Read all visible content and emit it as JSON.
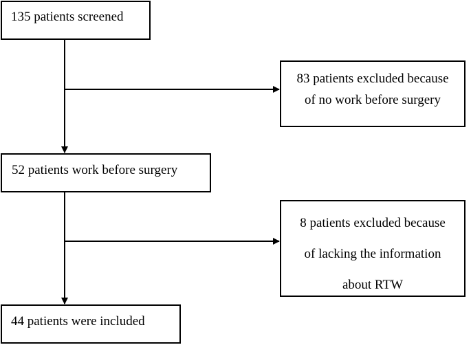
{
  "flowchart": {
    "nodes": {
      "screened": {
        "lines": [
          "135 patients screened"
        ]
      },
      "excluded_no_work": {
        "lines": [
          "83 patients excluded because",
          "of no work before surgery"
        ]
      },
      "work_before_surgery": {
        "lines": [
          "52 patients work before surgery"
        ]
      },
      "excluded_lacking_info": {
        "lines": [
          "8 patients excluded because",
          "of lacking the information",
          "about RTW"
        ]
      },
      "included": {
        "lines": [
          "44 patients were included"
        ]
      }
    },
    "edges": [
      {
        "from": "screened",
        "to": "work_before_surgery"
      },
      {
        "from": "screened",
        "to": "excluded_no_work"
      },
      {
        "from": "work_before_surgery",
        "to": "included"
      },
      {
        "from": "work_before_surgery",
        "to": "excluded_lacking_info"
      }
    ]
  }
}
